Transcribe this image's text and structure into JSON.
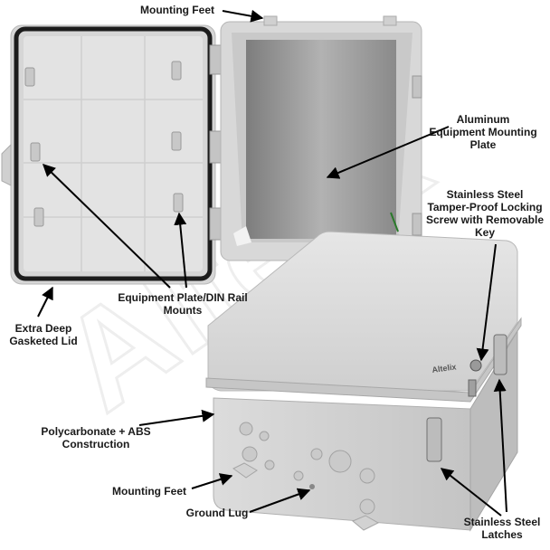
{
  "watermark": "Altelix",
  "lid_logo": "Altelix",
  "labels": {
    "mounting_feet_top": "Mounting Feet",
    "aluminum_plate": "Aluminum\nEquipment Mounting\nPlate",
    "locking_screw": "Stainless Steel\nTamper-Proof Locking\nScrew with Removable\nKey",
    "din_rail": "Equipment Plate/DIN Rail\nMounts",
    "gasketed_lid": "Extra Deep\nGasketed Lid",
    "construction": "Polycarbonate + ABS\nConstruction",
    "mounting_feet_bottom": "Mounting Feet",
    "ground_lug": "Ground Lug",
    "latches": "Stainless Steel\nLatches"
  },
  "colors": {
    "enclosure": "#d9d9d9",
    "plate": "#9c9c9c",
    "gasket": "#1c1c1c",
    "label_text": "#1a1a1a",
    "arrow": "#000000"
  }
}
